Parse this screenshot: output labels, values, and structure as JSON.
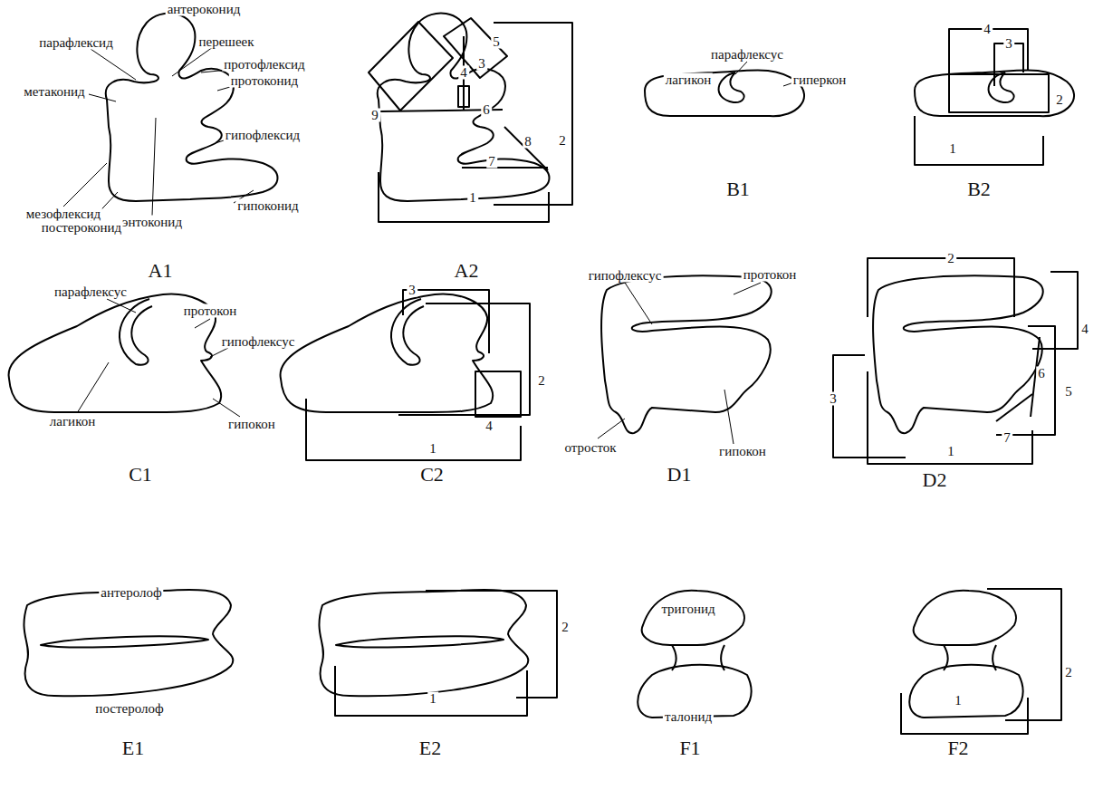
{
  "diagram": {
    "labels": [
      "антероконид",
      "парафлексид",
      "перешеек",
      "протофлексид",
      "метаконид",
      "протоконид",
      "гипофлексид",
      "гипоконид",
      "мезофлексид",
      "постероконид",
      "энтоконид",
      "A1",
      "9",
      "4",
      "3",
      "5",
      "2",
      "6",
      "8",
      "7",
      "1",
      "A2",
      "лагикон",
      "парафлексус",
      "гиперкон",
      "B1",
      "4",
      "3",
      "2",
      "1",
      "B2",
      "парафлексус",
      "протокон",
      "гипофлексус",
      "лагикон",
      "гипокон",
      "C1",
      "3",
      "2",
      "4",
      "1",
      "C2",
      "гипофлексус",
      "протокон",
      "отросток",
      "гипокон",
      "D1",
      "2",
      "4",
      "3",
      "5",
      "6",
      "7",
      "1",
      "D2",
      "антеролоф",
      "постеролоф",
      "E1",
      "2",
      "1",
      "E2",
      "тригонид",
      "талонид",
      "F1",
      "2",
      "1",
      "F2"
    ]
  }
}
